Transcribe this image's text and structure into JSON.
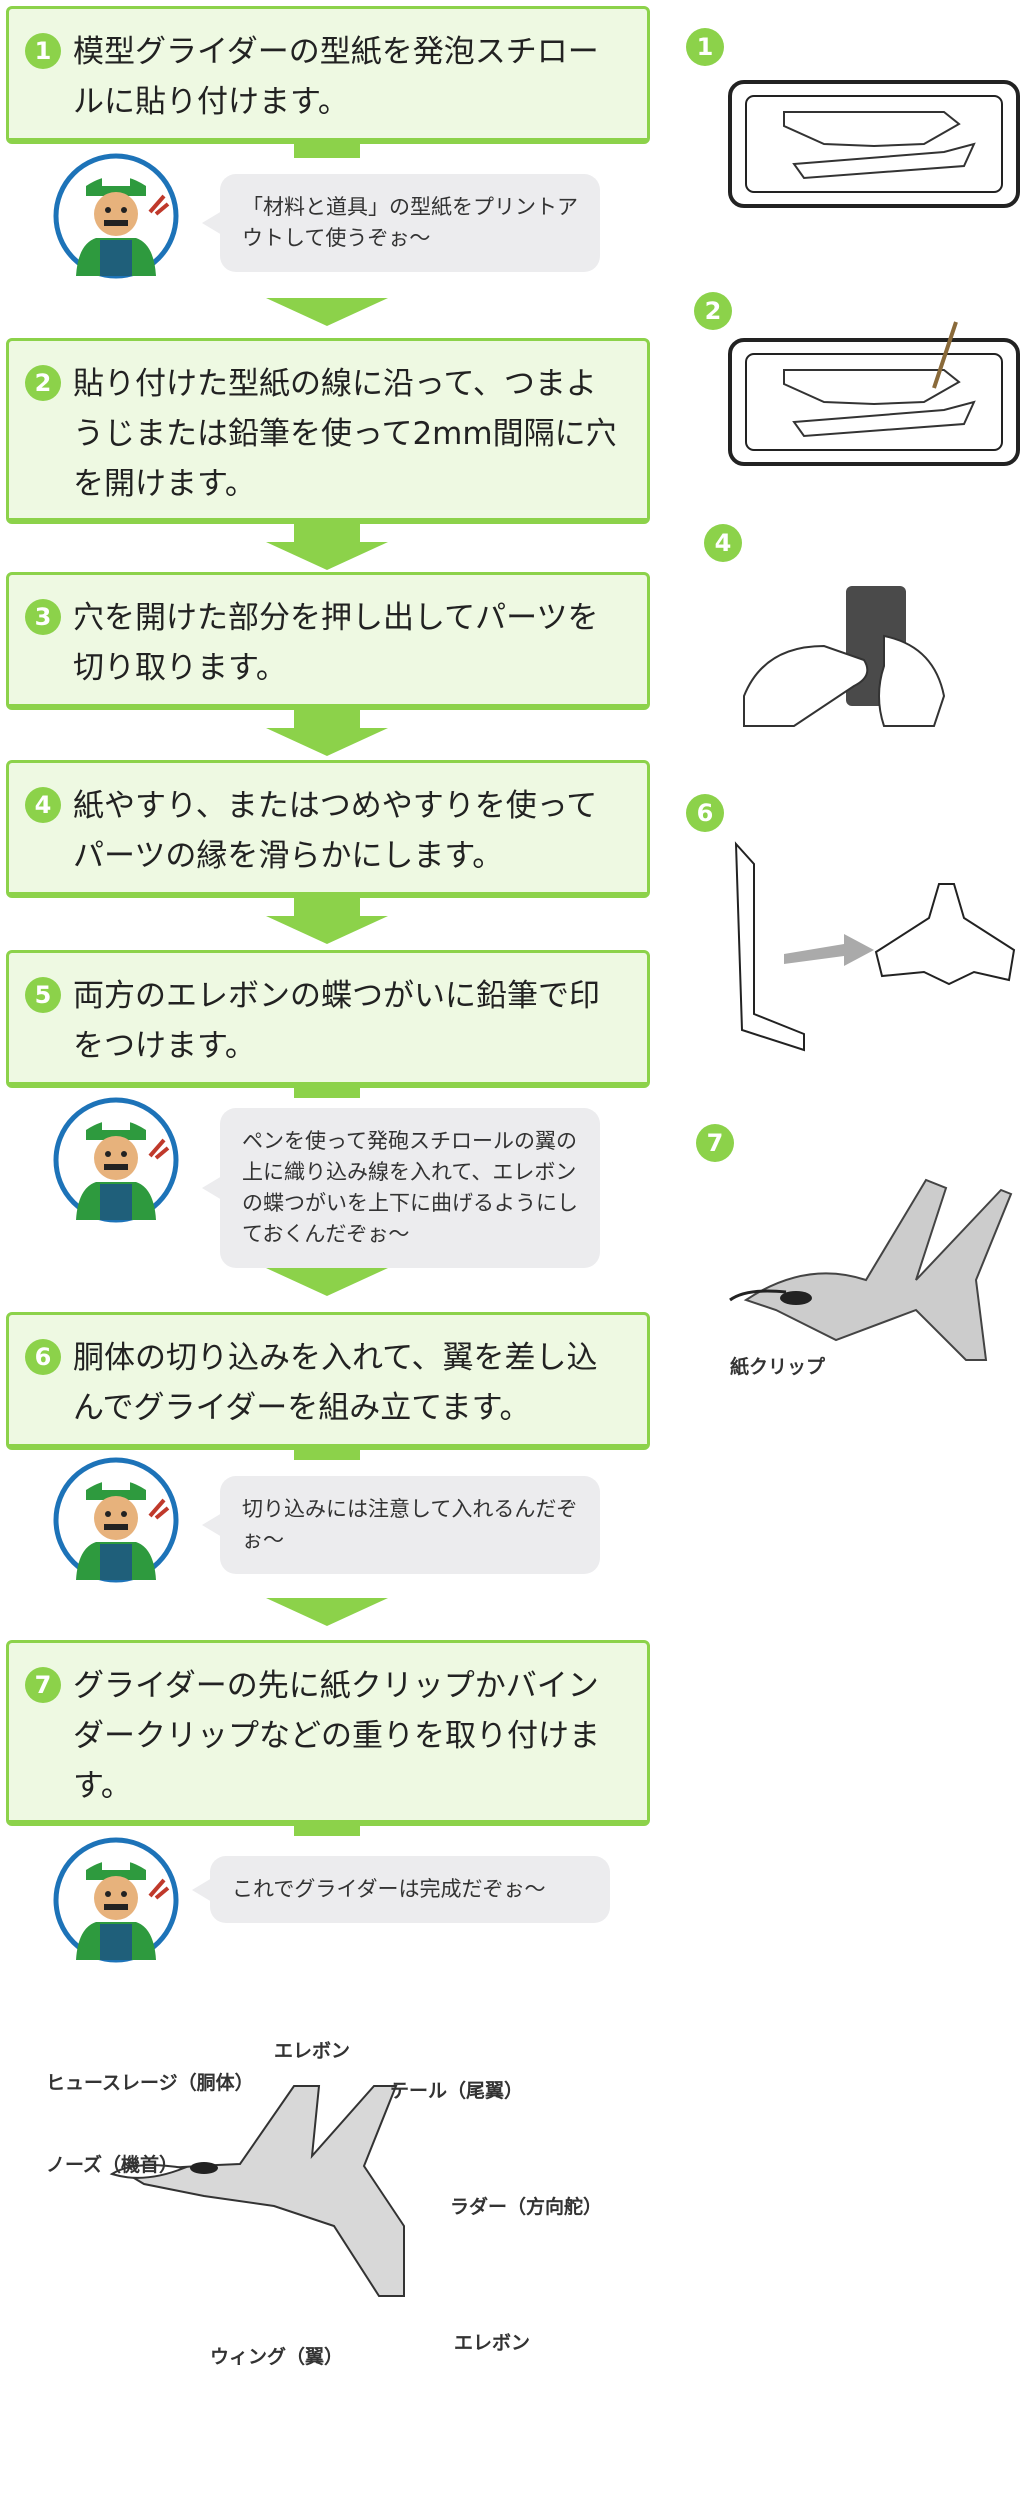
{
  "steps": [
    {
      "number": "1",
      "text": "模型グライダーの型紙を発泡スチロールに貼り付けます。"
    },
    {
      "number": "2",
      "text": "貼り付けた型紙の線に沿って、つまようじまたは鉛筆を使って2mm間隔に穴を開けます。"
    },
    {
      "number": "3",
      "text": "穴を開けた部分を押し出してパーツを切り取ります。"
    },
    {
      "number": "4",
      "text": "紙やすり、またはつめやすりを使ってパーツの縁を滑らかにします。"
    },
    {
      "number": "5",
      "text": "両方のエレボンの蝶つがいに鉛筆で印をつけます。"
    },
    {
      "number": "6",
      "text": "胴体の切り込みを入れて、翼を差し込んでグライダーを組み立てます。"
    },
    {
      "number": "7",
      "text": "グライダーの先に紙クリップかバインダークリップなどの重りを取り付けます。"
    }
  ],
  "bubbles": [
    "「材料と道具」の型紙をプリントアウトして使うぞぉ〜",
    "ペンを使って発砲スチロールの翼の上に織り込み線を入れて、エレボンの蝶つがいを上下に曲げるようにしておくんだぞぉ〜",
    "切り込みには注意して入れるんだぞぉ〜",
    "これでグライダーは完成だぞぉ〜"
  ],
  "side_badges": [
    "1",
    "2",
    "4",
    "6",
    "7"
  ],
  "side_labels": {
    "paper_clip": "紙クリップ"
  },
  "diagram_labels": {
    "elevon_top": "エレボン",
    "fuselage": "ヒュースレージ（胴体）",
    "tail": "テール（尾翼）",
    "nose": "ノーズ（機首）",
    "rudder": "ラダー（方向舵）",
    "wing": "ウィング（翼）",
    "elevon_bottom": "エレボン"
  },
  "colors": {
    "accent": "#8cd24a",
    "step_bg": "#eef9e2",
    "bubble_bg": "#ececee"
  },
  "icons": {
    "mascot": "mascot-avatar"
  }
}
